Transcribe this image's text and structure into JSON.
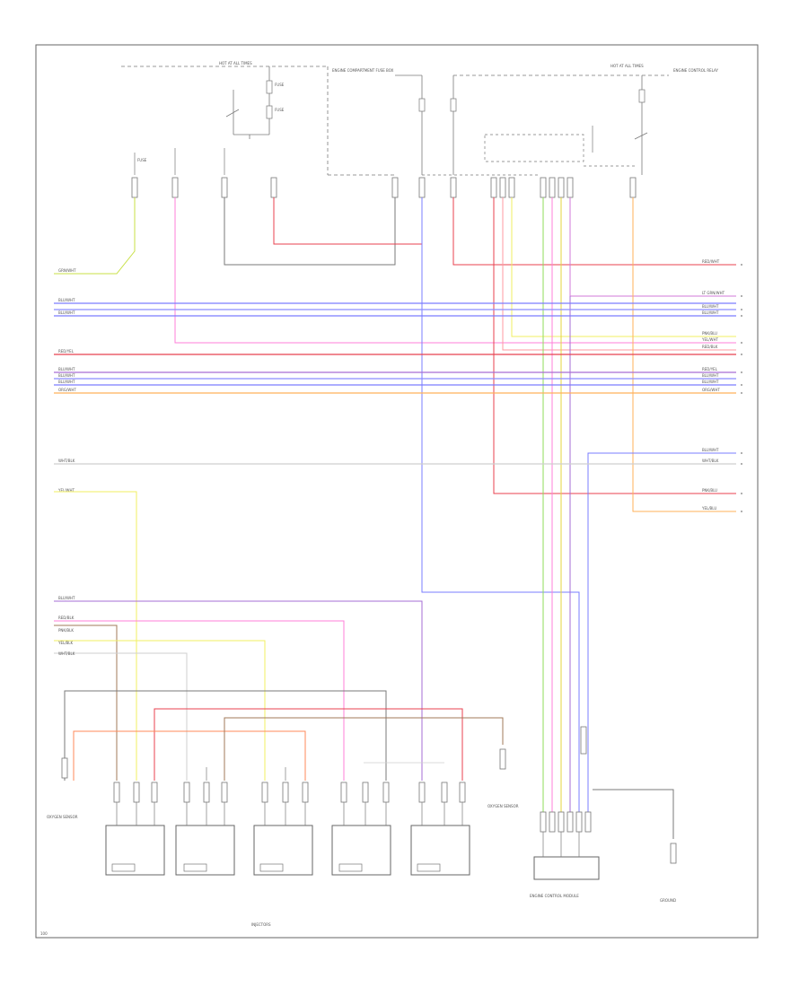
{
  "colors": {
    "frame": "#666666",
    "gray": "#7a7a7a",
    "red": "#e8404f",
    "pink": "#ff7fd8",
    "blue": "#7a7cff",
    "violet": "#a66dd4",
    "orange": "#ffb15a",
    "yellow": "#f1ef60",
    "green": "#8fdc5a",
    "lightgray": "#cfcfcf",
    "yellowgreen": "#c8e046",
    "brown": "#a0785a"
  },
  "diagram": {
    "top_left_labels": {
      "hot_label": "HOT AT ALL TIMES",
      "fuse_a": "FUSE",
      "fuse_b": "FUSE",
      "fuse_c": "FUSE",
      "relay_note": "ENGINE COMPARTMENT FUSE BOX"
    },
    "top_right_labels": {
      "hot_label": "HOT AT ALL TIMES",
      "relay_note": "ENGINE CONTROL RELAY"
    },
    "right_wire_labels": [
      "RED/WHT",
      "LT GRN/WHT",
      "BLU/WHT",
      "BLU/WHT",
      "PNK/BLU",
      "YEL/WHT",
      "RED/BLK",
      "RED/YEL",
      "BLU/WHT",
      "BLU/WHT",
      "ORG/WHT"
    ],
    "left_wire_labels": [
      "GRN/WHT",
      "BLU/WHT",
      "BLU/WHT",
      "RED/YEL",
      "BLU/WHT",
      "BLU/WHT",
      "BLU/WHT",
      "ORG/WHT"
    ],
    "mid_right_labels": [
      "BLU/WHT",
      "WHT/BLK",
      "PNK/BLU",
      "YEL/BLU"
    ],
    "mid_left_labels": [
      "WHT/BLK",
      "YEL/WHT"
    ],
    "lower_left_labels": [
      "BLU/WHT",
      "RED/BLK",
      "PNK/BLK",
      "YEL/BLK",
      "WHT/BLK"
    ],
    "bottom_labels": {
      "sensor_left": "OXYGEN SENSOR",
      "sensor_mid": "OXYGEN SENSOR",
      "injectors": "INJECTORS",
      "module": "ENGINE CONTROL MODULE",
      "ground": "GROUND",
      "page_id": "100"
    }
  }
}
